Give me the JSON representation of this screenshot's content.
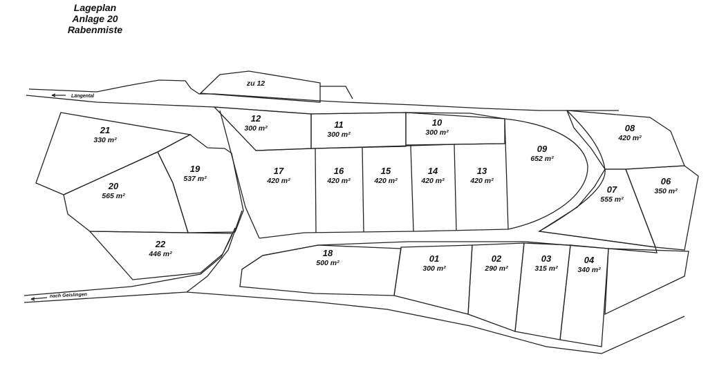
{
  "title": {
    "line1": "Lageplan",
    "line2": "Anlage 20",
    "line3": "Rabenmiste"
  },
  "roads": {
    "top": "Längental",
    "bottom": "nach Geislingen"
  },
  "zu12": "zu 12",
  "parcels": [
    {
      "id": "01",
      "area": "300 m²"
    },
    {
      "id": "02",
      "area": "290 m²"
    },
    {
      "id": "03",
      "area": "315 m²"
    },
    {
      "id": "04",
      "area": "340 m²"
    },
    {
      "id": "06",
      "area": "350 m²"
    },
    {
      "id": "07",
      "area": "555 m²"
    },
    {
      "id": "08",
      "area": "420 m²"
    },
    {
      "id": "09",
      "area": "652 m²"
    },
    {
      "id": "10",
      "area": "300 m²"
    },
    {
      "id": "11",
      "area": "300 m²"
    },
    {
      "id": "12",
      "area": "300 m²"
    },
    {
      "id": "13",
      "area": "420 m²"
    },
    {
      "id": "14",
      "area": "420 m²"
    },
    {
      "id": "15",
      "area": "420 m²"
    },
    {
      "id": "16",
      "area": "420 m²"
    },
    {
      "id": "17",
      "area": "420 m²"
    },
    {
      "id": "18",
      "area": "500 m²"
    },
    {
      "id": "19",
      "area": "537 m²"
    },
    {
      "id": "20",
      "area": "565 m²"
    },
    {
      "id": "21",
      "area": "330 m²"
    },
    {
      "id": "22",
      "area": "446 m²"
    }
  ]
}
